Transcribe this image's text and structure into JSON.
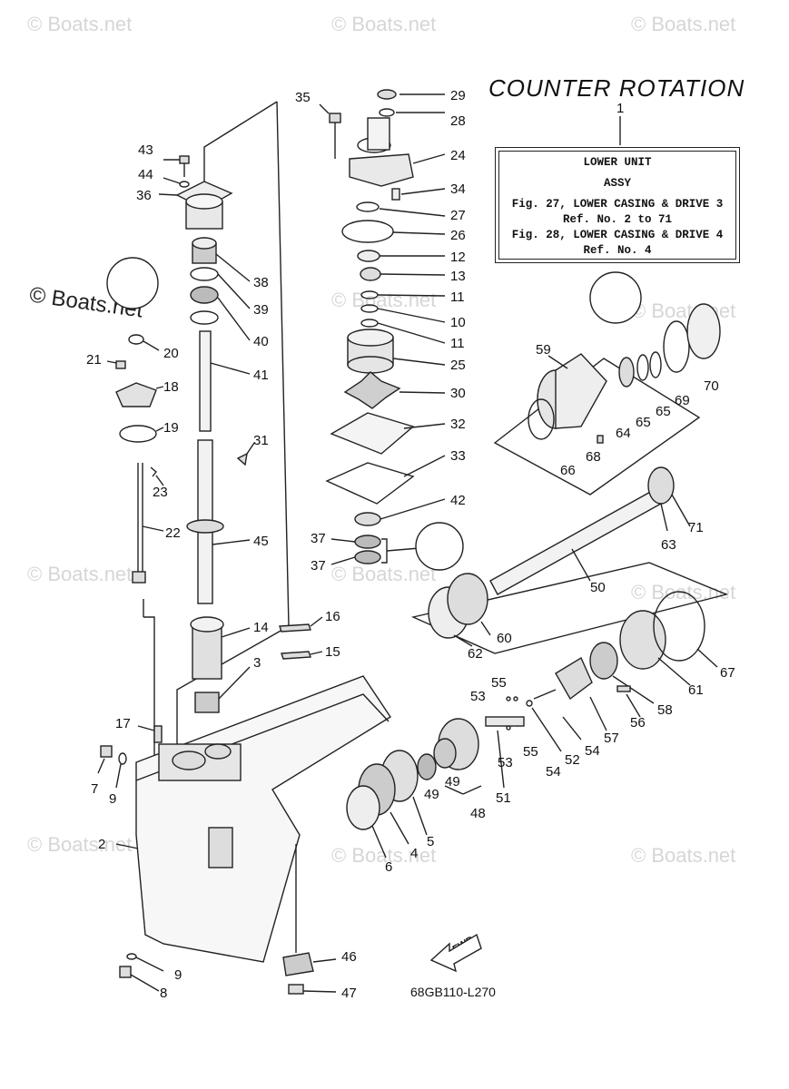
{
  "title": "COUNTER ROTATION",
  "ref_box": {
    "callout": "1",
    "line1": "LOWER UNIT",
    "line2": "ASSY",
    "line3": "Fig. 27, LOWER CASING & DRIVE 3",
    "line4": "Ref. No. 2 to 71",
    "line5": "Fig. 28, LOWER CASING & DRIVE 4",
    "line6": "Ref. No. 4"
  },
  "diagram_code": "68GB110-L270",
  "fwd_label": "FWD",
  "watermark": "© Boats.net",
  "watermark_main": "© Boats.net",
  "part_numbers": [
    "35",
    "29",
    "28",
    "24",
    "34",
    "27",
    "26",
    "12",
    "13",
    "11",
    "10",
    "11",
    "25",
    "30",
    "32",
    "33",
    "42",
    "37",
    "37",
    "43",
    "44",
    "36",
    "38",
    "39",
    "40",
    "41",
    "20",
    "21",
    "18",
    "19",
    "31",
    "23",
    "22",
    "45",
    "59",
    "70",
    "69",
    "65",
    "65",
    "64",
    "66",
    "68",
    "63",
    "71",
    "50",
    "60",
    "62",
    "14",
    "16",
    "15",
    "3",
    "67",
    "61",
    "53",
    "55",
    "58",
    "56",
    "17",
    "7",
    "9",
    "57",
    "54",
    "52",
    "53",
    "55",
    "54",
    "51",
    "49",
    "49",
    "48",
    "5",
    "4",
    "6",
    "2",
    "46",
    "9",
    "8",
    "47"
  ]
}
